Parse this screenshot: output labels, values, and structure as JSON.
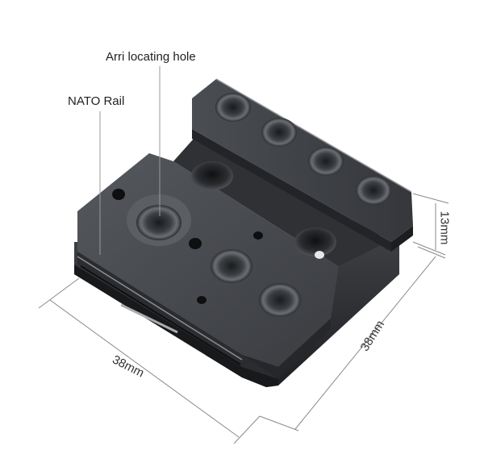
{
  "callouts": {
    "arri_locating_hole": "Arri locating hole",
    "nato_rail": "NATO Rail"
  },
  "dimensions": {
    "front_width": "38mm",
    "side_depth": "38mm",
    "height": "13mm"
  },
  "colors": {
    "metal_dark": "#2b2d30",
    "metal_mid": "#44474b",
    "metal_light": "#6a6d72",
    "edge_highlight": "#9a9ca0",
    "leader_line": "#9a9a9a"
  }
}
